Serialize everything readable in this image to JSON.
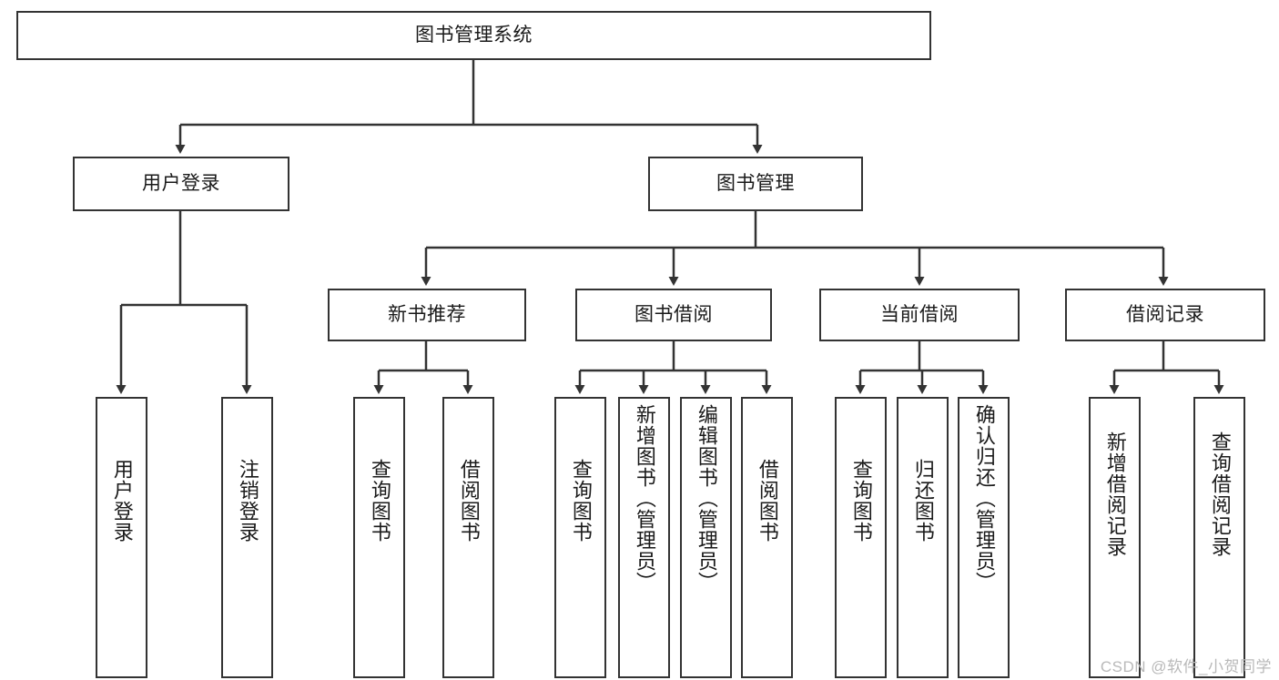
{
  "diagram": {
    "title": "图书管理系统",
    "type": "function-hierarchy-tree",
    "stroke_color": "#333333",
    "background_color": "#ffffff",
    "root": {
      "id": "root",
      "label": "图书管理系统"
    },
    "level2": [
      {
        "id": "user-login",
        "label": "用户登录"
      },
      {
        "id": "book-management",
        "label": "图书管理"
      }
    ],
    "level3": [
      {
        "id": "new-book-recommend",
        "label": "新书推荐",
        "parent": "book-management"
      },
      {
        "id": "book-borrow",
        "label": "图书借阅",
        "parent": "book-management"
      },
      {
        "id": "current-borrow",
        "label": "当前借阅",
        "parent": "book-management"
      },
      {
        "id": "borrow-record",
        "label": "借阅记录",
        "parent": "book-management"
      }
    ],
    "leaves": [
      {
        "id": "leaf-user-login",
        "label": "用户登录",
        "parent": "user-login"
      },
      {
        "id": "leaf-logout-login",
        "label": "注销登录",
        "parent": "user-login"
      },
      {
        "id": "leaf-query-book-1",
        "label": "查询图书",
        "parent": "new-book-recommend"
      },
      {
        "id": "leaf-borrow-book-1",
        "label": "借阅图书",
        "parent": "new-book-recommend"
      },
      {
        "id": "leaf-query-book-2",
        "label": "查询图书",
        "parent": "book-borrow"
      },
      {
        "id": "leaf-add-book",
        "label": "新增图书（管理员）",
        "parent": "book-borrow"
      },
      {
        "id": "leaf-edit-book",
        "label": "编辑图书（管理员）",
        "parent": "book-borrow"
      },
      {
        "id": "leaf-borrow-book-2",
        "label": "借阅图书",
        "parent": "book-borrow"
      },
      {
        "id": "leaf-query-book-3",
        "label": "查询图书",
        "parent": "current-borrow"
      },
      {
        "id": "leaf-return-book",
        "label": "归还图书",
        "parent": "current-borrow"
      },
      {
        "id": "leaf-confirm-return",
        "label": "确认归还（管理员）",
        "parent": "current-borrow"
      },
      {
        "id": "leaf-add-record",
        "label": "新增借阅记录",
        "parent": "borrow-record"
      },
      {
        "id": "leaf-query-record",
        "label": "查询借阅记录",
        "parent": "borrow-record"
      }
    ]
  },
  "watermark": {
    "text": "CSDN @软件_小贺同学"
  }
}
